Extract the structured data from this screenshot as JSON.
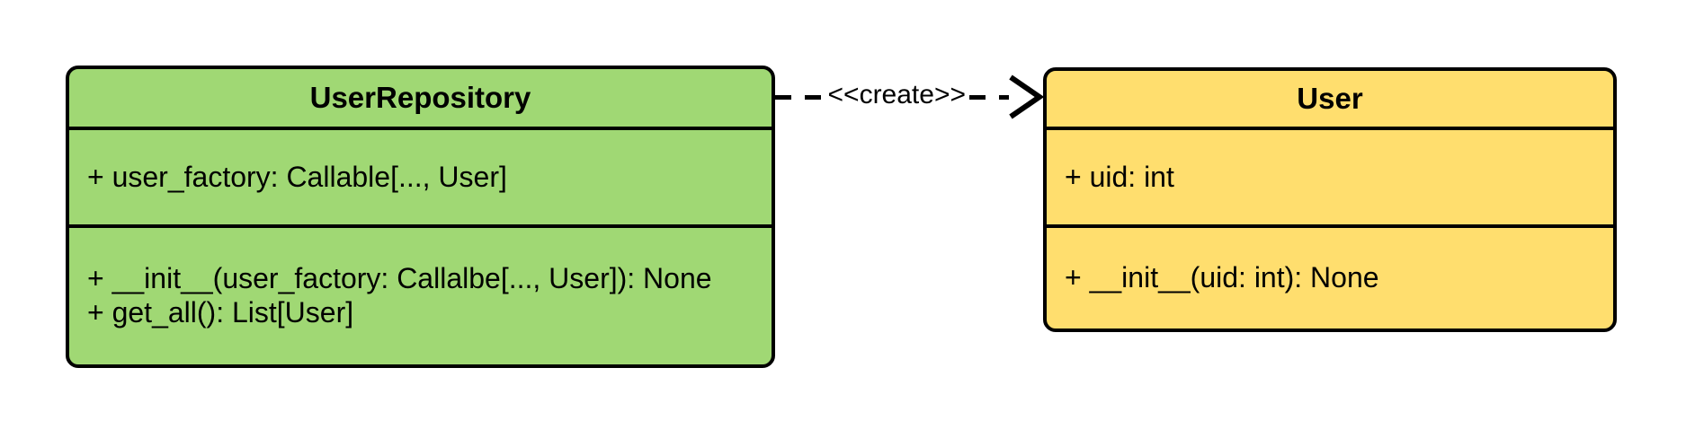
{
  "diagram": {
    "type": "uml-class-diagram",
    "background": "#ffffff",
    "classes": [
      {
        "name": "UserRepository",
        "fill": "#a0d874",
        "border": "#000000",
        "attributes": [
          "+ user_factory: Callable[..., User]"
        ],
        "methods": [
          "+ __init__(user_factory: Callalbe[..., User]): None",
          "+ get_all(): List[User]"
        ]
      },
      {
        "name": "User",
        "fill": "#ffde6e",
        "border": "#000000",
        "attributes": [
          "+ uid: int"
        ],
        "methods": [
          "+ __init__(uid: int): None"
        ]
      }
    ],
    "relationship": {
      "label": "<<create>>",
      "style": "dashed-open-arrow",
      "from": "UserRepository",
      "to": "User"
    }
  }
}
